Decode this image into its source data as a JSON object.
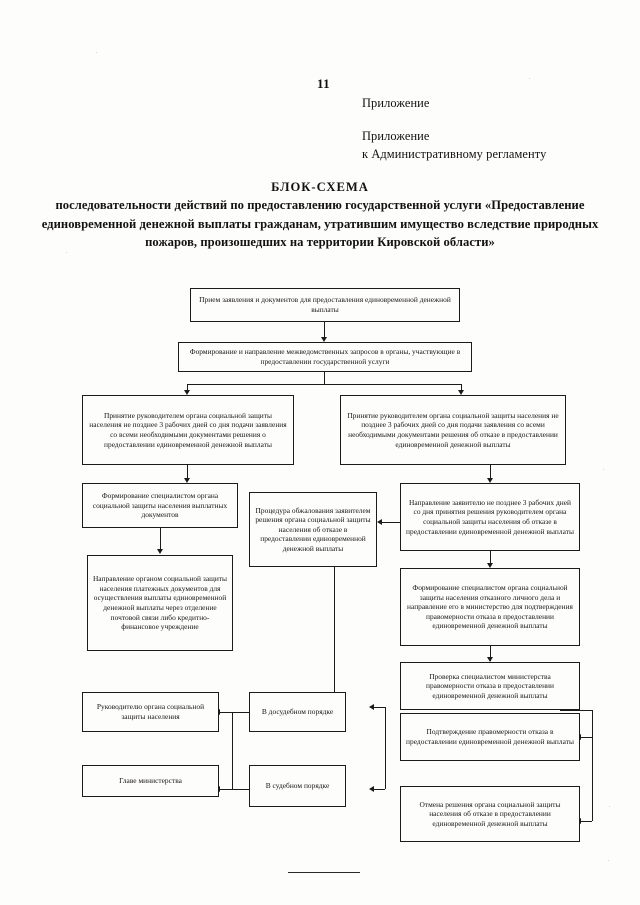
{
  "page": {
    "number": "11",
    "appendix_1": "Приложение",
    "appendix_2": "Приложение",
    "appendix_3": "к Административному регламенту"
  },
  "title": {
    "heading": "БЛОК-СХЕМА",
    "line_1": "последовательности действий по предоставлению государственной",
    "line_2": "услуги «Предоставление единовременной денежной выплаты",
    "line_3": "гражданам, утратившим имущество вследствие природных пожаров,",
    "line_4": "произошедших на территории Кировской области»"
  },
  "flow": {
    "nodes": [
      {
        "id": "intake",
        "text": "Прием заявления и документов для предоставления единовременной денежной выплаты"
      },
      {
        "id": "interagency",
        "text": "Формирование и направление межведомственных запросов в органы, участвующие в предоставлении государственной услуги"
      },
      {
        "id": "decision-grant",
        "text": "Принятие руководителем органа социальной защиты населения не позднее 3 рабочих дней со дня подачи заявления со всеми необходимыми документами решения о предоставлении единовременной денежной выплаты"
      },
      {
        "id": "decision-refuse",
        "text": "Принятие руководителем органа социальной защиты населения не позднее 3 рабочих дней со дня подачи заявления со всеми необходимыми документами решения об отказе в предоставлении единовременной денежной выплаты"
      },
      {
        "id": "payment-docs",
        "text": "Формирование специалистом органа социальной защиты населения выплатных документов"
      },
      {
        "id": "appeal-procedure",
        "text": "Процедура обжалования заявителем решения органа социальной защиты населения об отказе в предоставлении единовременной денежной выплаты"
      },
      {
        "id": "notify-applicant",
        "text": "Направление заявителю не позднее 3 рабочих дней со дня принятия решения руководителем органа социальной защиты населения об отказе в предоставлении единовременной денежной выплаты"
      },
      {
        "id": "send-payment-docs",
        "text": "Направление органом социальной защиты населения платежных документов для осуществления выплаты единовременной денежной выплаты через отделение почтовой связи либо кредитно-финансовое учреждение"
      },
      {
        "id": "refusal-file",
        "text": "Формирование специалистом органа социальной защиты населения отказного личного дела и направление его в министерство для подтверждения правомерности отказа в предоставлении единовременной денежной выплаты"
      },
      {
        "id": "ministry-check",
        "text": "Проверка специалистом министерства правомерности отказа в предоставлении единовременной денежной выплаты"
      },
      {
        "id": "head-of-body",
        "text": "Руководителю органа социальной защиты населения"
      },
      {
        "id": "pretrial",
        "text": "В досудебном порядке"
      },
      {
        "id": "confirm-refusal",
        "text": "Подтверждение правомерности отказа в предоставлении единовременной денежной выплаты"
      },
      {
        "id": "head-of-ministry",
        "text": "Главе министерства"
      },
      {
        "id": "judicial",
        "text": "В судебном порядке"
      },
      {
        "id": "cancel-refusal",
        "text": "Отмена решения органа социальной защиты населения об отказе в предоставлении единовременной денежной выплаты"
      }
    ]
  }
}
